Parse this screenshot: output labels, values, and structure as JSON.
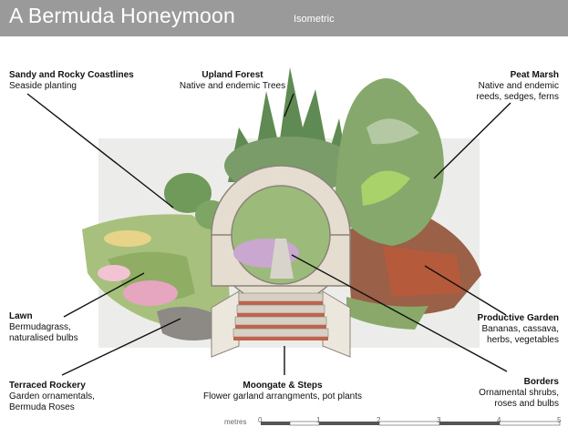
{
  "header": {
    "title": "A Bermuda Honeymoon",
    "subtitle": "Isometric"
  },
  "labels": {
    "sandy": {
      "title": "Sandy and Rocky Coastlines",
      "lines": [
        "Seaside planting"
      ]
    },
    "upland": {
      "title": "Upland Forest",
      "lines": [
        "Native and endemic Trees"
      ]
    },
    "peat": {
      "title": "Peat Marsh",
      "lines": [
        "Native and endemic",
        "reeds, sedges, ferns"
      ]
    },
    "lawn": {
      "title": "Lawn",
      "lines": [
        "Bermudagrass,",
        "naturalised bulbs"
      ]
    },
    "productive": {
      "title": "Productive Garden",
      "lines": [
        "Bananas, cassava,",
        "herbs, vegetables"
      ]
    },
    "rockery": {
      "title": "Terraced Rockery",
      "lines": [
        "Garden ornamentals,",
        "Bermuda Roses"
      ]
    },
    "moongate": {
      "title": "Moongate & Steps",
      "lines": [
        "Flower garland arrangments, pot plants"
      ]
    },
    "borders": {
      "title": "Borders",
      "lines": [
        "Ornamental shrubs,",
        "roses and bulbs"
      ]
    }
  },
  "scale": {
    "unit": "metres",
    "ticks": [
      "0",
      "1",
      "2",
      "3",
      "4",
      "5"
    ]
  },
  "colors": {
    "header": "#9a9a9a",
    "stone": "#e4ddd0",
    "foliage": "#6f9a5a",
    "brick": "#b65a3c"
  }
}
